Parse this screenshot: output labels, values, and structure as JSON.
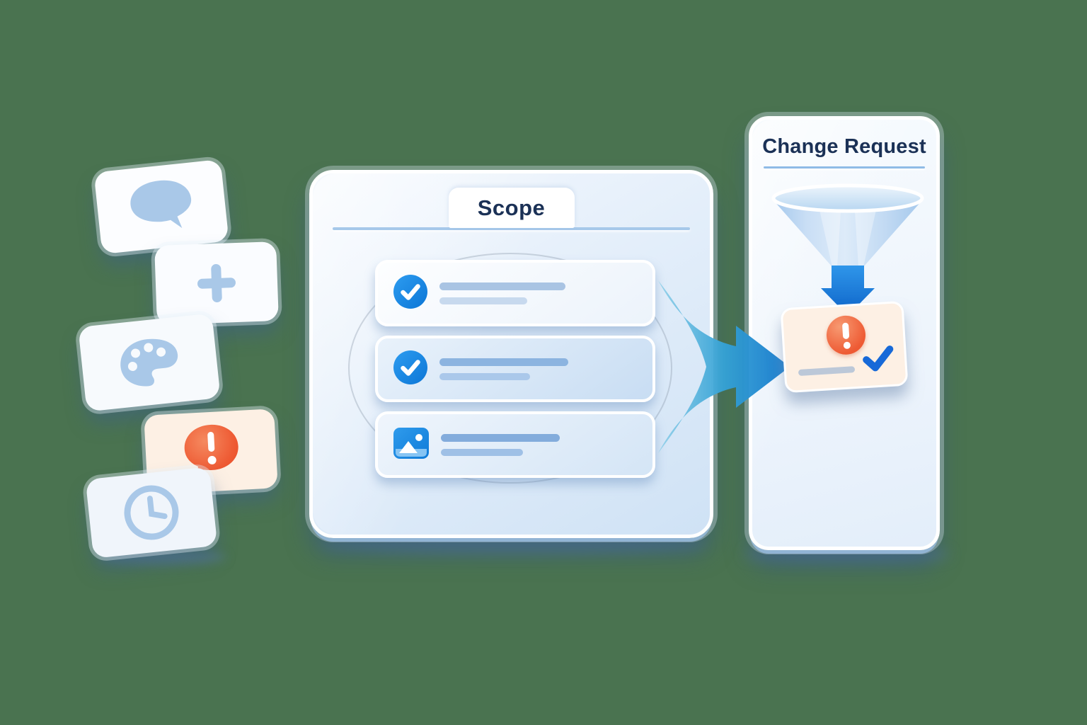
{
  "background": {
    "color": "#4a7350"
  },
  "left_cards": [
    {
      "name": "chat-card",
      "icon": "chat-bubble-icon"
    },
    {
      "name": "add-card",
      "icon": "plus-icon"
    },
    {
      "name": "palette-card",
      "icon": "palette-icon"
    },
    {
      "name": "alert-card",
      "icon": "alert-bubble-icon"
    },
    {
      "name": "clock-card",
      "icon": "clock-icon"
    }
  ],
  "scope_panel": {
    "tab_label": "Scope",
    "items": [
      {
        "icon": "check-circle-icon",
        "line1_style": "width:178px;background:#a9c4e3",
        "line2_style": "width:124px;background:#c7d9ee"
      },
      {
        "icon": "check-circle-icon",
        "line1_style": "width:182px;background:#8cb4e0",
        "line2_style": "width:128px;background:#aac8ea"
      },
      {
        "icon": "image-icon",
        "line1_style": "width:168px;background:#83acdc",
        "line2_style": "width:116px;background:#9fc0e6"
      }
    ]
  },
  "flow": {
    "direction": "left-to-right",
    "icon": "flow-arrow-icon"
  },
  "change_request_panel": {
    "title": "Change Request",
    "funnel_icon": "funnel-icon",
    "down_arrow_icon": "arrow-down-icon",
    "result_card": {
      "alert_icon": "alert-icon",
      "check_icon": "check-icon"
    }
  },
  "colors": {
    "canvas-bg": "#4a7350",
    "navy": "#1b3156",
    "divider-blue": "#a6c8ea",
    "accent-blue": "#1385e0",
    "alert-orange": "#ee5a33",
    "steel-icon": "#a9c8e8",
    "peach-card": "#fdf0e4"
  }
}
